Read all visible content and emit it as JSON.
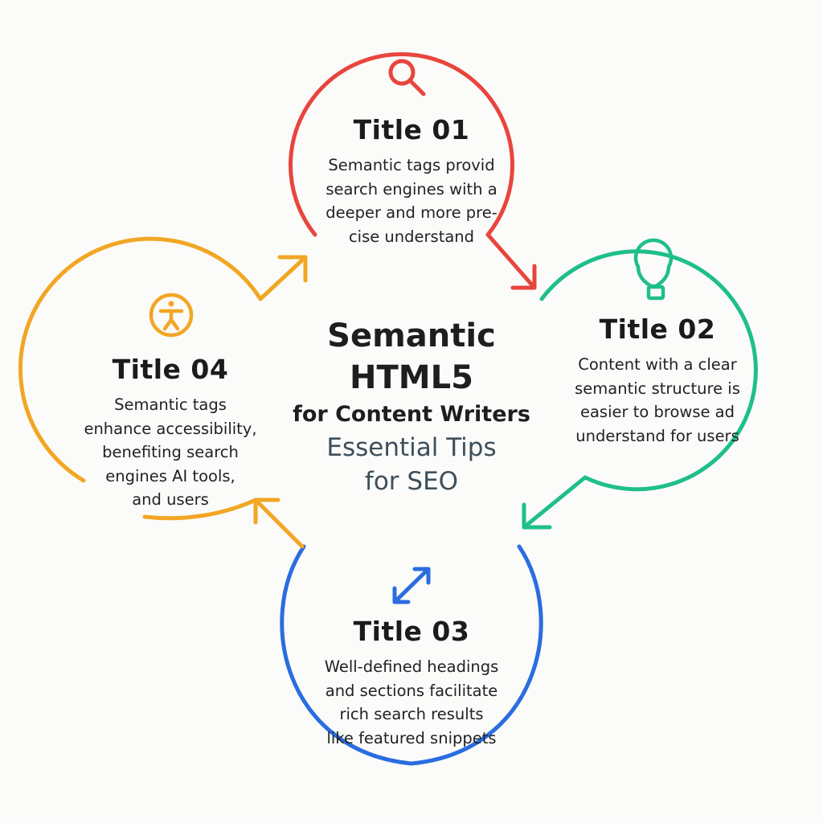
{
  "center": {
    "title_line1": "Semantic",
    "title_line2": "HTML5",
    "subtitle": "for Content Writers",
    "tagline_line1": "Essential Tips",
    "tagline_line2": "for SEO"
  },
  "steps": [
    {
      "title": "Title 01",
      "icon": "search-icon",
      "color": "#e8453c",
      "lines": [
        "Semantic tags provid",
        "search engines with a",
        "deeper and more pre-",
        "cise understand"
      ]
    },
    {
      "title": "Title 02",
      "icon": "lightbulb-icon",
      "color": "#1fbf8a",
      "lines": [
        "Content with a clear",
        "semantic structure is",
        "easier to browse ad",
        "understand for users"
      ]
    },
    {
      "title": "Title 03",
      "icon": "diagonal-arrows-icon",
      "color": "#2a6de0",
      "lines": [
        "Well-defined headings",
        "and sections facilitate",
        "rich search results",
        "like featured snippets"
      ]
    },
    {
      "title": "Title 04",
      "icon": "accessibility-icon",
      "color": "#f2a623",
      "lines": [
        "Semantic tags",
        "enhance accessibility,",
        "benefiting search",
        "engines AI tools,",
        "and users"
      ]
    }
  ]
}
